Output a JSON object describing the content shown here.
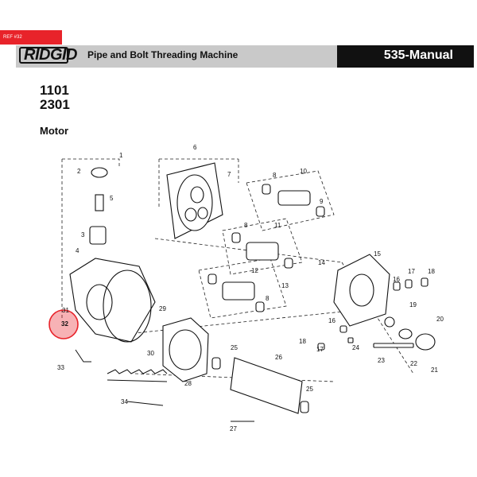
{
  "ref_tag": "REF #32",
  "brand": "RIDGID",
  "header_title": "Pipe and Bolt Threading Machine",
  "manual_title": "535-Manual",
  "models": [
    "1101",
    "2301"
  ],
  "section_title": "Motor",
  "highlight_color": "#e8232a",
  "highlighted_part": "32",
  "callouts": [
    "1",
    "2",
    "3",
    "4",
    "5",
    "6",
    "7",
    "8",
    "8",
    "8",
    "9",
    "10",
    "11",
    "12",
    "13",
    "14",
    "15",
    "16",
    "16",
    "17",
    "17",
    "18",
    "18",
    "19",
    "20",
    "21",
    "22",
    "23",
    "24",
    "25",
    "25",
    "26",
    "27",
    "28",
    "29",
    "30",
    "31",
    "32",
    "33",
    "34"
  ]
}
